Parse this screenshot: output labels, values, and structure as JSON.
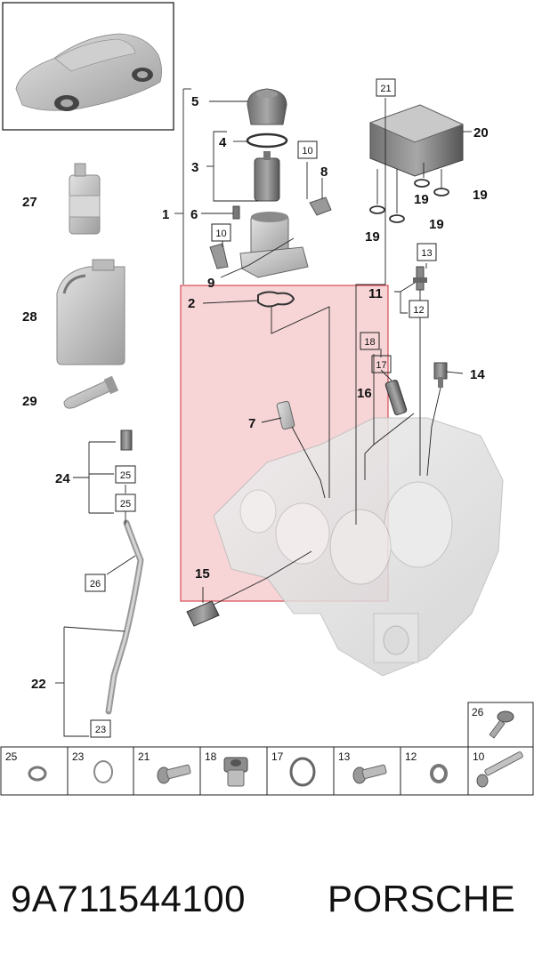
{
  "diagram": {
    "callouts": {
      "c1": "1",
      "c2": "2",
      "c3": "3",
      "c4": "4",
      "c5": "5",
      "c6": "6",
      "c7": "7",
      "c8": "8",
      "c9": "9",
      "c11": "11",
      "c14": "14",
      "c15": "15",
      "c16": "16",
      "c19a": "19",
      "c19b": "19",
      "c19c": "19",
      "c19d": "19",
      "c20": "20",
      "c22": "22",
      "c24": "24",
      "c27": "27",
      "c28": "28",
      "c29": "29"
    },
    "boxed": {
      "b10a": "10",
      "b10b": "10",
      "b12": "12",
      "b13": "13",
      "b17": "17",
      "b18": "18",
      "b21": "21",
      "b23": "23",
      "b25a": "25",
      "b25b": "25",
      "b26": "26"
    },
    "fastener_table": {
      "header_cell": "26",
      "cells": [
        "25",
        "23",
        "21",
        "18",
        "17",
        "13",
        "12",
        "10"
      ]
    }
  },
  "footer": {
    "part_number": "9A711544100",
    "brand": "PORSCHE"
  },
  "colors": {
    "highlight_fill": "#f4c7c9",
    "highlight_stroke": "#d64b55",
    "part_gray": "#bdbdbd",
    "line": "#222222"
  }
}
